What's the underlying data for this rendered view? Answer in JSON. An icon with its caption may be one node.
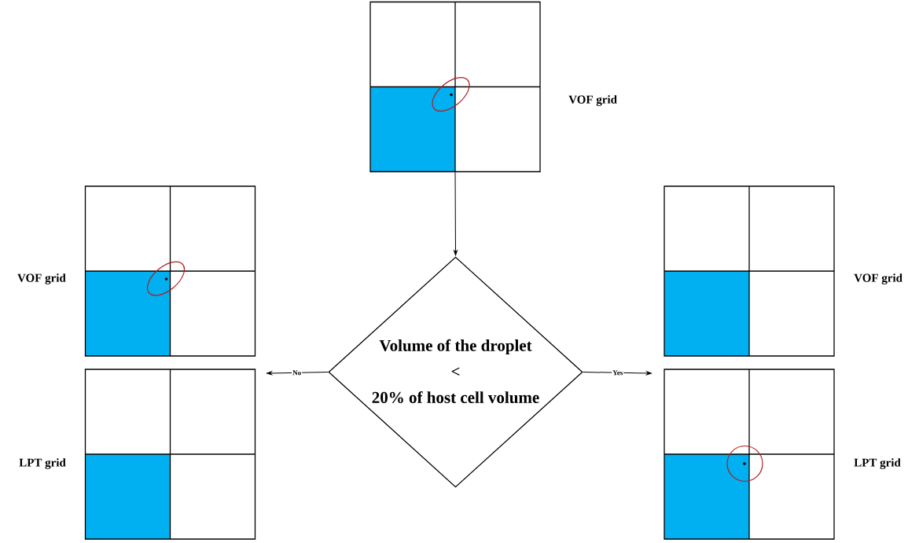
{
  "diagram": {
    "nodes": [
      {
        "text": [],
        "shape": "box",
        "beside": [
          "VOF grid"
        ]
      },
      {
        "text": [],
        "shape": "box",
        "beside": [
          "VOF grid"
        ]
      },
      {
        "text": [],
        "shape": "box",
        "beside": [
          "VOF grid"
        ]
      },
      {
        "text": [
          "Volume of the droplet",
          "<",
          "20% of host cell volume"
        ]
      },
      {
        "text": [],
        "shape": "box",
        "beside": [
          "LPT grid"
        ]
      },
      {
        "text": [],
        "shape": "box",
        "beside": [
          "LPT grid"
        ]
      }
    ],
    "edges": [
      {
        "from": 0,
        "to": 3,
        "arrow": "to"
      },
      {
        "from": 3,
        "to": null,
        "label": "No",
        "arrow": "to"
      },
      {
        "from": 3,
        "to": null,
        "label": "Yes",
        "arrow": "to"
      }
    ]
  }
}
